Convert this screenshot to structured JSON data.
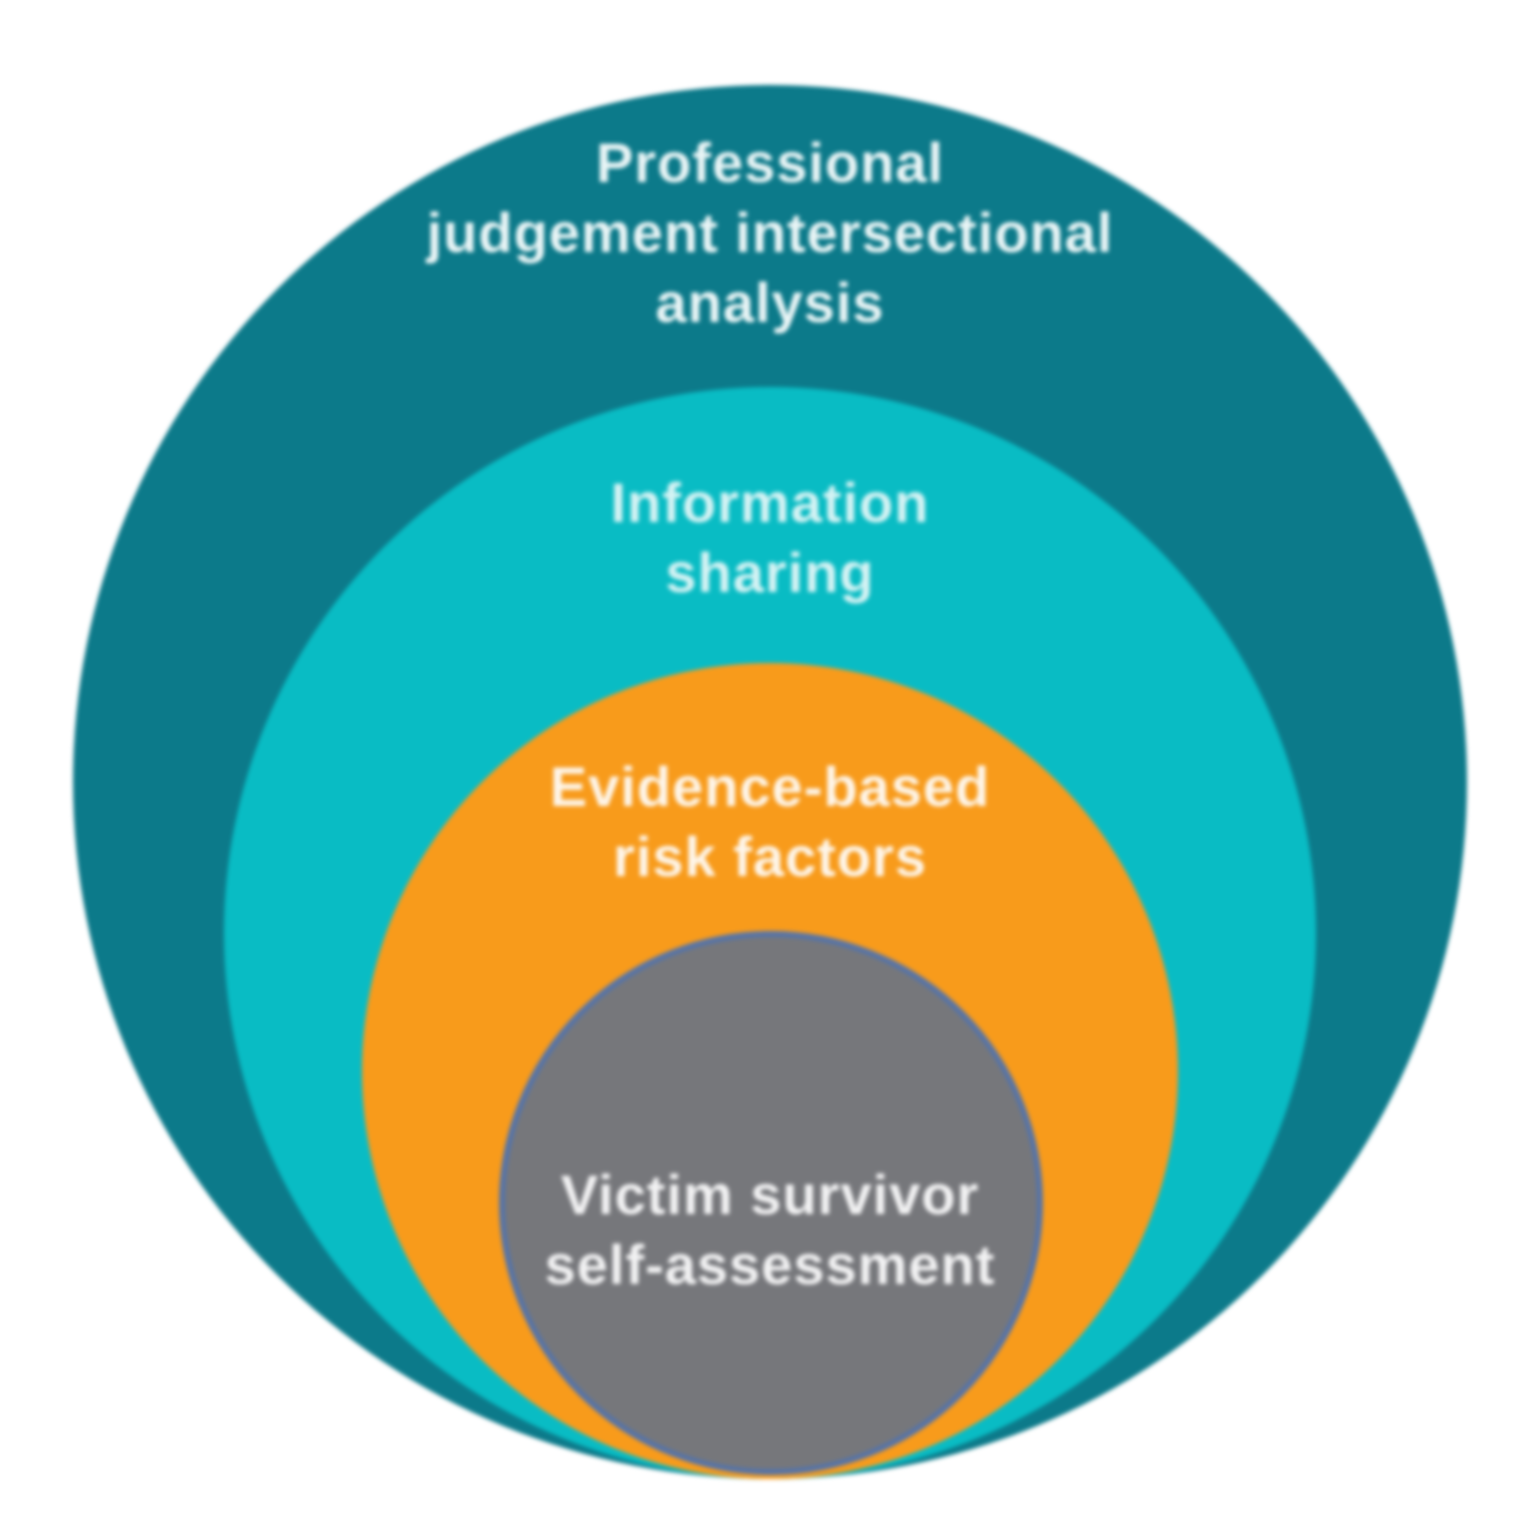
{
  "canvas": {
    "background_color": "#ffffff"
  },
  "diagram": {
    "type": "nested-circles",
    "description_semantics": "four concentric circles converging to a shared bottom tangent point",
    "rings": [
      {
        "id": "professional-judgement-intersectional-analysis",
        "label_lines": {
          "line1": "Professional",
          "line2": "judgement intersectional",
          "line3": "analysis"
        },
        "fill_color": "#0c7a8a",
        "text_color": "#e9f5f6"
      },
      {
        "id": "information-sharing",
        "label_lines": {
          "line1": "Information",
          "line2": "sharing"
        },
        "fill_color": "#09bcc4",
        "text_color": "#d5f3f4"
      },
      {
        "id": "evidence-based-risk-factors",
        "label_lines": {
          "line1": "Evidence-based",
          "line2": "risk factors"
        },
        "fill_color": "#f89b1b",
        "text_color": "#fef6ea"
      },
      {
        "id": "victim-survivor-self-assessment",
        "label_lines": {
          "line1": "Victim survivor",
          "line2": "self-assessment"
        },
        "fill_color": "#76777b",
        "rim_color": "#5674a8",
        "text_color": "#f2f2f3"
      }
    ]
  }
}
